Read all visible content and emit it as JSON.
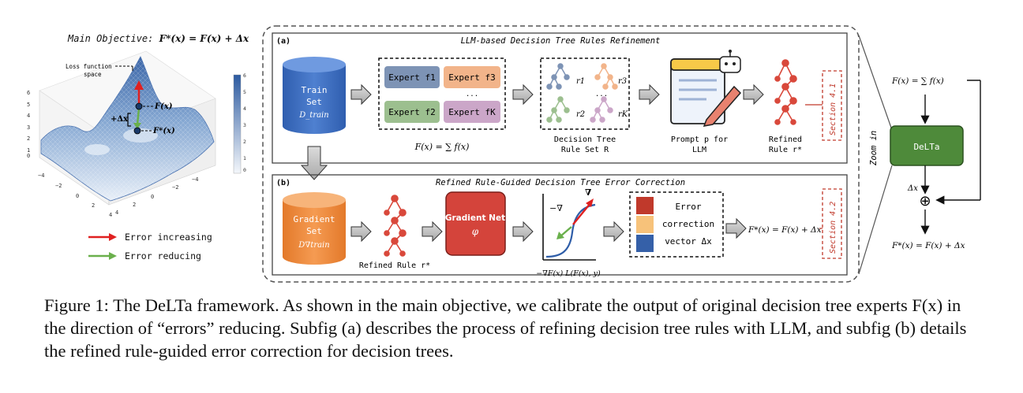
{
  "left": {
    "main_objective_prefix": "Main Objective: ",
    "main_objective_formula": "F*(x) = F(x) + Δx",
    "loss_space_label_1": "Loss function",
    "loss_space_label_2": "space",
    "fx_label": "F(x)",
    "fstar_label": "F*(x)",
    "delta_label": "+Δx",
    "z_ticks": [
      "6",
      "5",
      "4",
      "3",
      "2",
      "1",
      "0"
    ],
    "colorbar_ticks": [
      "6",
      "5",
      "4",
      "3",
      "2",
      "1",
      "0"
    ],
    "x_ticks_left": [
      "−4",
      "−2",
      "0",
      "2",
      "4"
    ],
    "x_ticks_right": [
      "−4",
      "−2",
      "0",
      "2",
      "4"
    ],
    "legend": [
      {
        "label": "Error increasing",
        "color": "#e02020"
      },
      {
        "label": "Error reducing",
        "color": "#6ab04c"
      }
    ]
  },
  "panel_a": {
    "tag": "(a)",
    "title": "LLM-based Decision Tree Rules Refinement",
    "train_set_line1": "Train",
    "train_set_line2": "Set",
    "train_set_sub": "D_train",
    "experts": [
      "Expert f1",
      "Expert f3",
      "Expert f2",
      "Expert fK"
    ],
    "expert_ellipsis": "...",
    "fx_sum": "F(x) = ∑ f(x)",
    "rule_labels": [
      "r1",
      "r3",
      "r2",
      "rK"
    ],
    "rule_ellipsis": "...",
    "rule_set_caption_1": "Decision Tree",
    "rule_set_caption_2": "Rule Set R",
    "prompt_caption_1": "Prompt p for",
    "prompt_caption_2": "LLM",
    "refined_caption_1": "Refined",
    "refined_caption_2": "Rule r*",
    "section": "Section 4.1"
  },
  "panel_b": {
    "tag": "(b)",
    "title": "Refined Rule-Guided Decision Tree Error Correction",
    "gradient_set_line1": "Gradient",
    "gradient_set_line2": "Set",
    "gradient_set_sub": "D∇train",
    "refined_rule_caption": "Refined Rule r*",
    "gradient_net_line1": "Gradient Net",
    "gradient_net_line2": "φ",
    "neg_grad": "−∇",
    "grad": "∇",
    "grad_caption": "−∇F(x) L(F(x), y)",
    "error_vec_line1": "Error",
    "error_vec_line2": "correction",
    "error_vec_line3": "vector Δx",
    "output_formula": "F*(x) = F(x) + Δx",
    "section": "Section 4.2"
  },
  "right": {
    "zoom_label": "Zoom in",
    "input_formula": "F(x) = ∑ f(x)",
    "delta_box": "DeLTa",
    "delta_out": "Δx",
    "plus": "⊕",
    "output_formula": "F*(x) = F(x) + Δx"
  },
  "caption": {
    "text": "Figure 1: The DeLTa framework. As shown in the main objective, we calibrate the output of original decision tree experts F(x) in the direction of “errors” reducing. Subfig (a) describes the process of refining decision tree rules with LLM, and subfig (b) details the refined rule-guided error correction for decision trees."
  },
  "colors": {
    "train_blue": "#3f6fc2",
    "gradient_orange": "#ef8a3a",
    "gradient_net_red": "#d4443b",
    "delta_green": "#4e8a3a",
    "section_red": "#c0392b",
    "expert_blue": "#7d93b5",
    "expert_orange": "#f2b48a",
    "expert_green": "#9cbf8f",
    "expert_purple": "#cba6c8"
  }
}
